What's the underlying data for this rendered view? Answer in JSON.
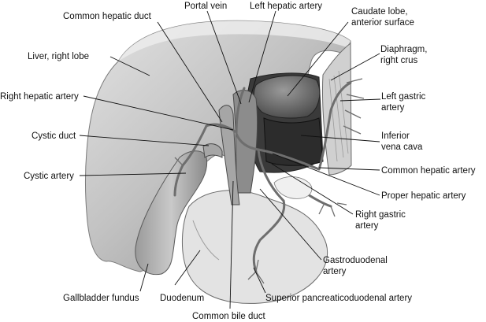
{
  "labels": {
    "common_hepatic_duct": "Common hepatic duct",
    "portal_vein": "Portal vein",
    "left_hepatic_artery": "Left hepatic artery",
    "caudate_lobe_1": "Caudate lobe,",
    "caudate_lobe_2": "anterior surface",
    "liver_right_lobe": "Liver, right lobe",
    "diaphragm_1": "Diaphragm,",
    "diaphragm_2": "right crus",
    "right_hepatic_artery": "Right hepatic artery",
    "left_gastric_1": "Left gastric",
    "left_gastric_2": "artery",
    "cystic_duct": "Cystic duct",
    "ivc_1": "Inferior",
    "ivc_2": "vena cava",
    "common_hepatic_artery": "Common hepatic artery",
    "cystic_artery": "Cystic artery",
    "proper_hepatic_artery": "Proper hepatic artery",
    "right_gastric_1": "Right gastric",
    "right_gastric_2": "artery",
    "gastroduodenal_1": "Gastroduodenal",
    "gastroduodenal_2": "artery",
    "gallbladder_fundus": "Gallbladder fundus",
    "duodenum": "Duodenum",
    "superior_pancreaticoduodenal": "Superior pancreaticoduodenal artery",
    "common_bile_duct": "Common bile duct"
  },
  "colors": {
    "liver_fill": "#c4c4c4",
    "liver_edge": "#e6e6e6",
    "dark_cavity": "#3c3c3c",
    "vessel": "#8c8c8c",
    "vessel_edge": "#4a4a4a",
    "duodenum": "#e4e4e4"
  }
}
